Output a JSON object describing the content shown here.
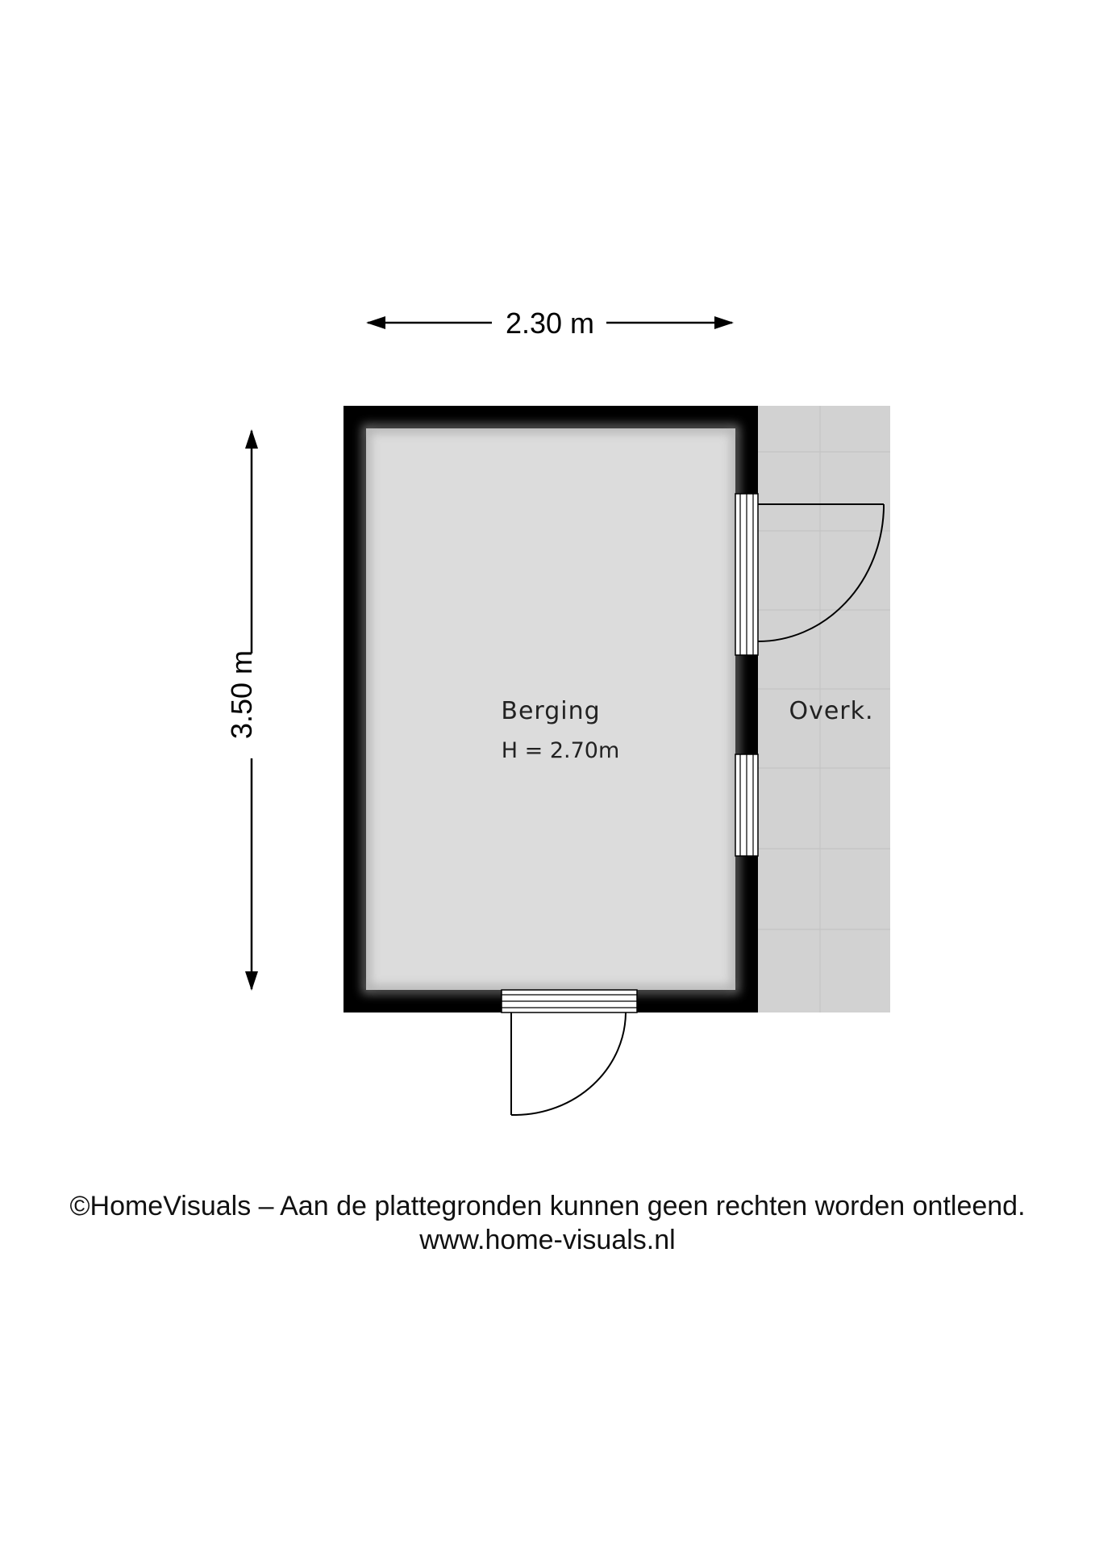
{
  "dimensions": {
    "width_label": "2.30 m",
    "height_label": "3.50 m"
  },
  "rooms": [
    {
      "name": "Berging",
      "height_note": "H = 2.70m"
    },
    {
      "name": "Overk."
    }
  ],
  "footer": {
    "copyright": "©HomeVisuals – Aan de plattegronden kunnen geen rechten worden ontleend.",
    "website": "www.home-visuals.nl"
  },
  "colors": {
    "wall": "#000000",
    "room_fill": "#dcdcdc",
    "covered_fill": "#d2d2d2",
    "tile_line": "#c4c4c4"
  }
}
